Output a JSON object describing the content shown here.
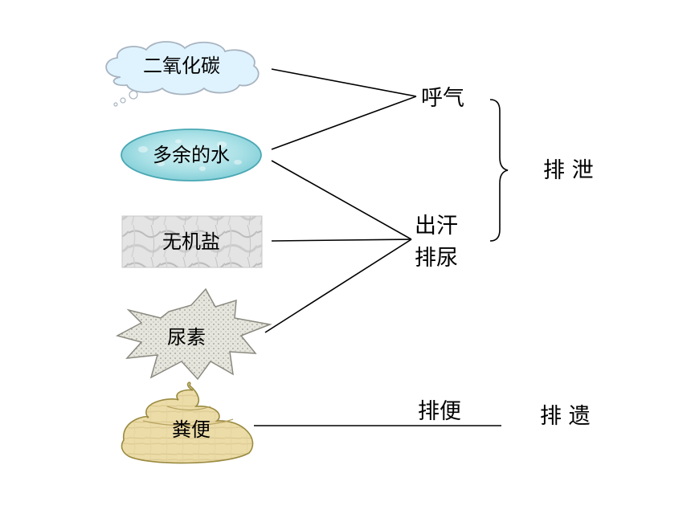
{
  "substances": {
    "co2": "二氧化碳",
    "water": "多余的水",
    "salt": "无机盐",
    "urea": "尿素",
    "feces": "粪便"
  },
  "processes": {
    "exhale": "呼气",
    "sweat": "出汗",
    "urinate": "排尿",
    "defecate": "排便"
  },
  "categories": {
    "excretion": "排 泄",
    "egestion": "排 遗"
  }
}
